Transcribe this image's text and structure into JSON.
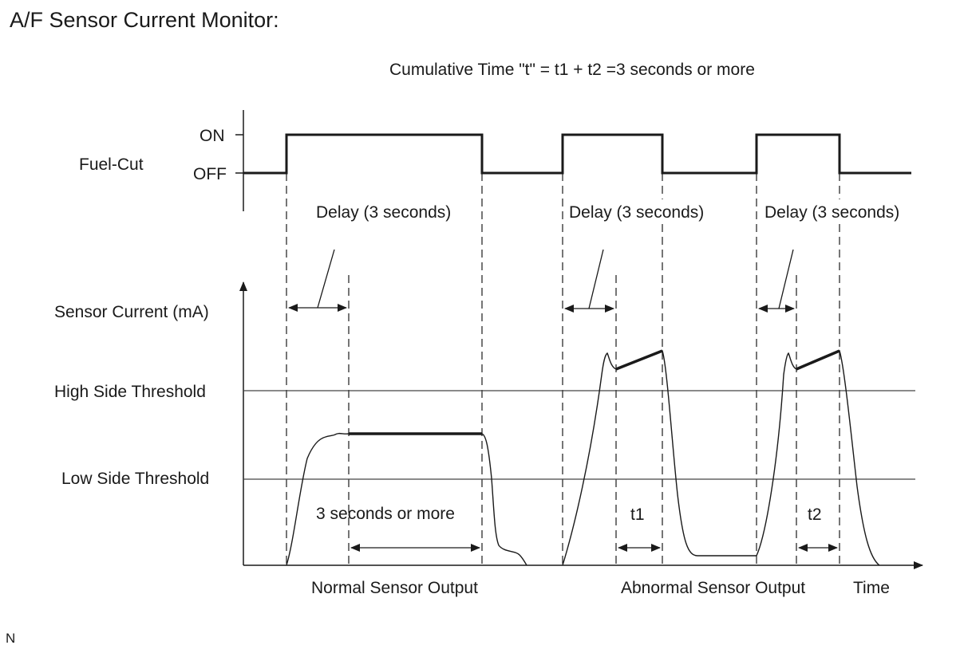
{
  "title": "A/F Sensor Current Monitor:",
  "cumulative_note": "Cumulative Time \"t\" = t1 + t2 =3 seconds or more",
  "fuel_cut": {
    "label": "Fuel-Cut",
    "on_label": "ON",
    "off_label": "OFF"
  },
  "delay_labels": [
    "Delay (3 seconds)",
    "Delay (3 seconds)",
    "Delay (3 seconds)"
  ],
  "sensor_current_label": "Sensor Current (mA)",
  "high_threshold_label": "High Side Threshold",
  "low_threshold_label": "Low Side Threshold",
  "duration_label": "3 seconds or more",
  "t1_label": "t1",
  "t2_label": "t2",
  "normal_output_label": "Normal Sensor Output",
  "abnormal_output_label": "Abnormal Sensor Output",
  "time_axis_label": "Time",
  "footnote": "N",
  "colors": {
    "line": "#1a1a1a",
    "threshold": "#444444",
    "background": "#ffffff"
  }
}
